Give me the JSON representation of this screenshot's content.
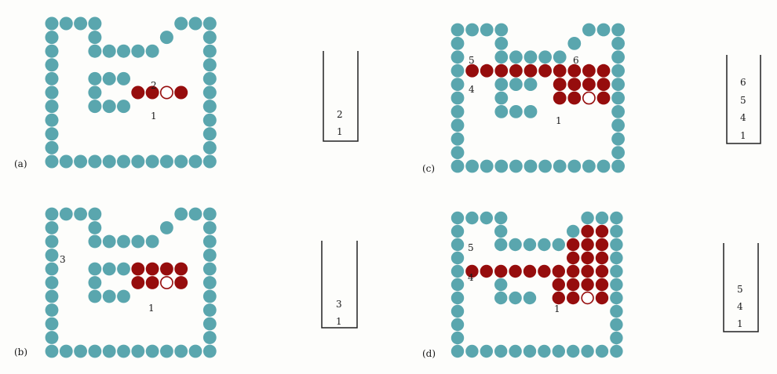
{
  "colors": {
    "wall": "#5aa6ae",
    "fill": "#960d0d",
    "seed_fill": "#ffffff",
    "stack_line": "#222222"
  },
  "panels": [
    {
      "letter": "(a)",
      "labels": [
        "2",
        "1"
      ],
      "stack": [
        "2",
        "1"
      ]
    },
    {
      "letter": "(b)",
      "labels": [
        "3",
        "1"
      ],
      "stack": [
        "3",
        "1"
      ]
    },
    {
      "letter": "(c)",
      "labels": [
        "5",
        "6",
        "4",
        "1"
      ],
      "stack": [
        "6",
        "5",
        "4",
        "1"
      ]
    },
    {
      "letter": "(d)",
      "labels": [
        "5",
        "4",
        "1"
      ],
      "stack": [
        "5",
        "4",
        "1"
      ]
    }
  ]
}
